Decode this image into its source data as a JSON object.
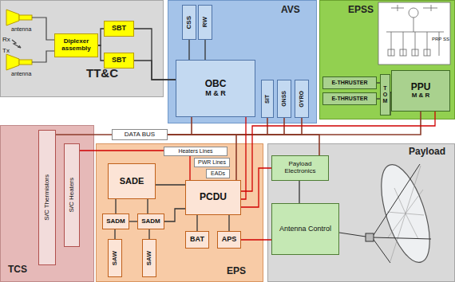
{
  "diagram": {
    "nodes": [
      {
        "text": [
          "TT&C"
        ]
      },
      {
        "text": [
          "Diplexer assembly"
        ],
        "in": 0
      },
      {
        "text": [
          "SBT"
        ],
        "in": 0
      },
      {
        "text": [
          "SBT"
        ],
        "in": 0
      },
      {
        "text": [
          "AVS"
        ]
      },
      {
        "text": [
          "CSS"
        ],
        "in": 4
      },
      {
        "text": [
          "RW"
        ],
        "in": 4
      },
      {
        "text": [
          "OBC",
          "M & R"
        ],
        "in": 4
      },
      {
        "text": [
          "SIT"
        ],
        "in": 4
      },
      {
        "text": [
          "GNSS"
        ],
        "in": 4
      },
      {
        "text": [
          "GYRO"
        ],
        "in": 4
      },
      {
        "text": [
          "EPSS"
        ]
      },
      {
        "text": [
          "E-THRUSTER"
        ],
        "in": 11
      },
      {
        "text": [
          "E-THRUSTER"
        ],
        "in": 11
      },
      {
        "text": [
          "TOM"
        ],
        "in": 11
      },
      {
        "text": [
          "PPU",
          "M & R"
        ],
        "in": 11
      },
      {
        "text": [
          "DATA BUS"
        ]
      },
      {
        "text": [
          "TCS"
        ]
      },
      {
        "text": [
          "S/C Thermistors"
        ],
        "in": 17
      },
      {
        "text": [
          "S/C Heaters"
        ],
        "in": 17
      },
      {
        "text": [
          "EPS"
        ]
      },
      {
        "text": [
          "Heaters Lines"
        ],
        "in": 20
      },
      {
        "text": [
          "PWR Lines"
        ],
        "in": 20
      },
      {
        "text": [
          "EADs"
        ],
        "in": 20
      },
      {
        "text": [
          "SADE"
        ],
        "in": 20
      },
      {
        "text": [
          "SADM"
        ],
        "in": 20
      },
      {
        "text": [
          "SADM"
        ],
        "in": 20
      },
      {
        "text": [
          "SAW"
        ],
        "in": 20
      },
      {
        "text": [
          "SAW"
        ],
        "in": 20
      },
      {
        "text": [
          "PCDU"
        ],
        "in": 20
      },
      {
        "text": [
          "BAT"
        ],
        "in": 20
      },
      {
        "text": [
          "APS"
        ],
        "in": 20
      },
      {
        "text": [
          "Payload"
        ]
      },
      {
        "text": [
          "Payload Electronics"
        ],
        "in": 32
      },
      {
        "text": [
          "Antenna Control"
        ],
        "in": 32
      }
    ],
    "edges": [
      {
        "from": 1,
        "to": 2,
        "arrow": "none"
      },
      {
        "from": 1,
        "to": 3,
        "arrow": "none"
      },
      {
        "from": 2,
        "to": 7,
        "arrow": "none"
      },
      {
        "from": 3,
        "to": 7,
        "arrow": "none"
      },
      {
        "from": 5,
        "to": 7,
        "arrow": "none"
      },
      {
        "from": 6,
        "to": 7,
        "arrow": "none"
      },
      {
        "from": 12,
        "to": 14,
        "arrow": "none"
      },
      {
        "from": 13,
        "to": 14,
        "arrow": "none"
      },
      {
        "from": 14,
        "to": 15,
        "arrow": "none"
      },
      {
        "from": 16,
        "to": 18,
        "arrow": "none"
      },
      {
        "from": 16,
        "to": 7,
        "arrow": "none"
      },
      {
        "from": 16,
        "to": 8,
        "arrow": "none"
      },
      {
        "from": 16,
        "to": 9,
        "arrow": "none"
      },
      {
        "from": 16,
        "to": 10,
        "arrow": "none"
      },
      {
        "from": 16,
        "to": 15,
        "arrow": "none"
      },
      {
        "from": 16,
        "to": 29,
        "arrow": "none"
      },
      {
        "from": 16,
        "to": 33,
        "arrow": "none"
      },
      {
        "from": 29,
        "to": 19,
        "arrow": "none"
      },
      {
        "from": 29,
        "to": 7,
        "arrow": "none"
      },
      {
        "from": 29,
        "to": 15,
        "arrow": "none"
      },
      {
        "from": 29,
        "to": 33,
        "arrow": "none"
      },
      {
        "from": 31,
        "to": 34,
        "arrow": "none"
      },
      {
        "from": 33,
        "to": 34,
        "arrow": "none"
      },
      {
        "from": 24,
        "to": 25,
        "arrow": "none"
      },
      {
        "from": 24,
        "to": 26,
        "arrow": "none"
      },
      {
        "from": 25,
        "to": 26,
        "arrow": "none"
      },
      {
        "from": 26,
        "to": 29,
        "arrow": "none"
      },
      {
        "from": 24,
        "to": 29,
        "arrow": "none"
      },
      {
        "from": 25,
        "to": 27,
        "arrow": "none"
      },
      {
        "from": 26,
        "to": 28,
        "arrow": "none"
      },
      {
        "from": 29,
        "to": 30,
        "arrow": "none"
      },
      {
        "from": 29,
        "to": 31,
        "arrow": "none"
      }
    ],
    "labels": [
      "antenna",
      "Rx",
      "Tx",
      "antenna",
      "PRP SS"
    ]
  }
}
